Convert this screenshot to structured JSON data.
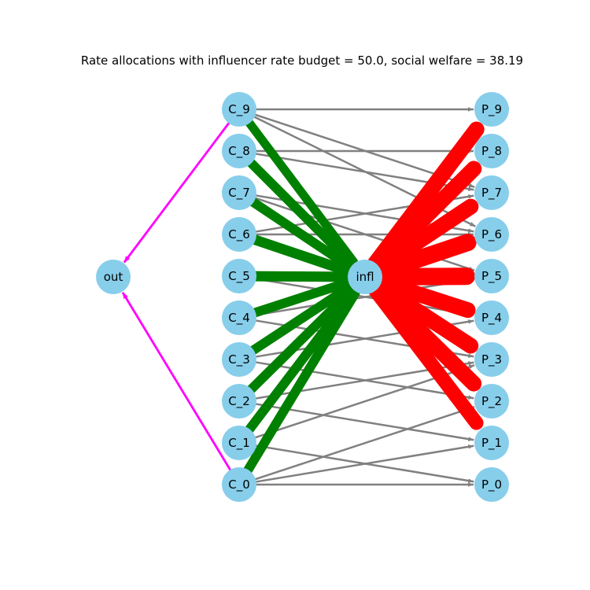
{
  "title": "Rate allocations with influencer rate budget = 50.0, social welfare = 38.19",
  "colors": {
    "background": "#ffffff",
    "node_fill": "#87ceeb",
    "text": "#000000",
    "creator_to_infl_edge": "#008000",
    "infl_to_consumer_edge": "#ff0000",
    "creator_to_consumer_edge": "#808080",
    "outside_option_edge": "#ff00ff"
  },
  "nodes": {
    "out": "out",
    "infl": "infl",
    "creators": [
      "C_0",
      "C_1",
      "C_2",
      "C_3",
      "C_4",
      "C_5",
      "C_6",
      "C_7",
      "C_8",
      "C_9"
    ],
    "consumers": [
      "P_0",
      "P_1",
      "P_2",
      "P_3",
      "P_4",
      "P_5",
      "P_6",
      "P_7",
      "P_8",
      "P_9"
    ]
  },
  "edges": {
    "outside_option": [
      {
        "from": "C_0",
        "to": "out"
      },
      {
        "from": "C_9",
        "to": "out"
      }
    ],
    "creator_to_infl": [
      {
        "from": "C_0",
        "to": "infl",
        "weight": 12
      },
      {
        "from": "C_1",
        "to": "infl",
        "weight": 12
      },
      {
        "from": "C_2",
        "to": "infl",
        "weight": 12
      },
      {
        "from": "C_3",
        "to": "infl",
        "weight": 12
      },
      {
        "from": "C_4",
        "to": "infl",
        "weight": 12
      },
      {
        "from": "C_5",
        "to": "infl",
        "weight": 13
      },
      {
        "from": "C_6",
        "to": "infl",
        "weight": 13
      },
      {
        "from": "C_7",
        "to": "infl",
        "weight": 12
      },
      {
        "from": "C_8",
        "to": "infl",
        "weight": 12
      },
      {
        "from": "C_9",
        "to": "infl",
        "weight": 11
      }
    ],
    "infl_to_consumer": [
      {
        "from": "infl",
        "to": "P_1",
        "weight": 18
      },
      {
        "from": "infl",
        "to": "P_2",
        "weight": 20
      },
      {
        "from": "infl",
        "to": "P_3",
        "weight": 20
      },
      {
        "from": "infl",
        "to": "P_4",
        "weight": 20
      },
      {
        "from": "infl",
        "to": "P_5",
        "weight": 22
      },
      {
        "from": "infl",
        "to": "P_6",
        "weight": 22
      },
      {
        "from": "infl",
        "to": "P_7",
        "weight": 20
      },
      {
        "from": "infl",
        "to": "P_8",
        "weight": 20
      },
      {
        "from": "infl",
        "to": "P_9",
        "weight": 20
      }
    ],
    "creator_to_consumer": [
      {
        "from": "C_0",
        "to": "P_0"
      },
      {
        "from": "C_0",
        "to": "P_1"
      },
      {
        "from": "C_0",
        "to": "P_2"
      },
      {
        "from": "C_1",
        "to": "P_0"
      },
      {
        "from": "C_1",
        "to": "P_3"
      },
      {
        "from": "C_2",
        "to": "P_1"
      },
      {
        "from": "C_2",
        "to": "P_3"
      },
      {
        "from": "C_3",
        "to": "P_2"
      },
      {
        "from": "C_3",
        "to": "P_4"
      },
      {
        "from": "C_4",
        "to": "P_3"
      },
      {
        "from": "C_4",
        "to": "P_5"
      },
      {
        "from": "C_5",
        "to": "P_4"
      },
      {
        "from": "C_5",
        "to": "P_5"
      },
      {
        "from": "C_6",
        "to": "P_6"
      },
      {
        "from": "C_6",
        "to": "P_7"
      },
      {
        "from": "C_7",
        "to": "P_5"
      },
      {
        "from": "C_7",
        "to": "P_6"
      },
      {
        "from": "C_8",
        "to": "P_7"
      },
      {
        "from": "C_8",
        "to": "P_8"
      },
      {
        "from": "C_9",
        "to": "P_6"
      },
      {
        "from": "C_9",
        "to": "P_7"
      },
      {
        "from": "C_9",
        "to": "P_9"
      }
    ]
  }
}
